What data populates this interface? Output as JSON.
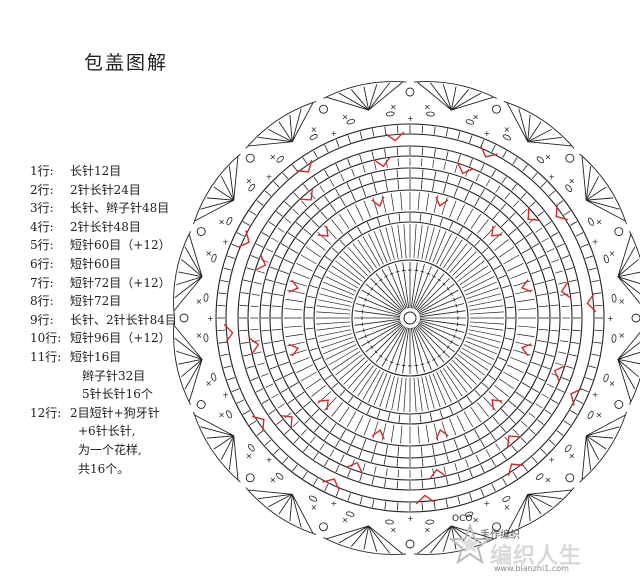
{
  "title": "包盖图解",
  "rows": [
    {
      "label": "1行:",
      "text": "长针12目"
    },
    {
      "label": "2行:",
      "text": "2针长针24目"
    },
    {
      "label": "3行:",
      "text": "长针、辫子针48目"
    },
    {
      "label": "4行:",
      "text": "2针长针48目"
    },
    {
      "label": "5行:",
      "text": "短针60目（+12）"
    },
    {
      "label": "6行:",
      "text": "短针60目"
    },
    {
      "label": "7行:",
      "text": "短针72目（+12）"
    },
    {
      "label": "8行:",
      "text": "短针72目"
    },
    {
      "label": "9行:",
      "text": "长针、2针长针84目"
    },
    {
      "label": "10行:",
      "text": "短针96目（+12）"
    },
    {
      "label": "11行:",
      "text": "短针16目"
    },
    {
      "label": "",
      "text": "辫子针32目",
      "indent": "sub"
    },
    {
      "label": "",
      "text": "5针长针16个",
      "indent": "sub"
    },
    {
      "label": "12行:",
      "text": "2目短针+狗牙针"
    },
    {
      "label": "",
      "text": "+6针长针,",
      "indent": "sub2"
    },
    {
      "label": "",
      "text": "为一个花样,",
      "indent": "sub2"
    },
    {
      "label": "",
      "text": "共16个。",
      "indent": "sub2"
    }
  ],
  "watermark": {
    "small": "手作编织",
    "text": "编织人生",
    "url": "www.bianzhi1.com"
  },
  "colors": {
    "ink": "#222222",
    "accent_red": "#d42a2a",
    "watermark": "#d9d9d9"
  },
  "chart_data": {
    "type": "diagram",
    "center_label": "",
    "rings": 12,
    "motif_count": 16,
    "increase_marker_count": 12,
    "start_label": "OCO"
  }
}
